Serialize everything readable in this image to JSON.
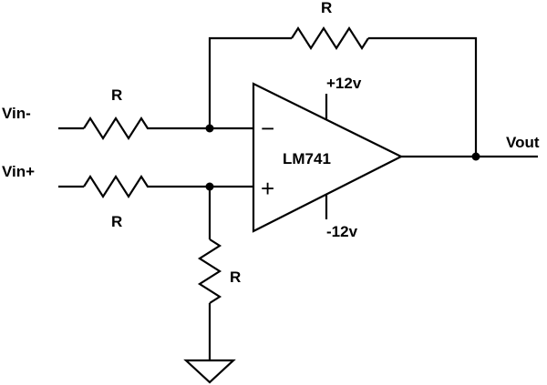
{
  "diagram": {
    "components": {
      "opamp": {
        "part": "LM741",
        "inverting_pin": "−",
        "noninverting_pin": "+"
      },
      "r_feedback": {
        "label": "R"
      },
      "r_in_minus": {
        "label": "R"
      },
      "r_in_plus": {
        "label": "R"
      },
      "r_ground": {
        "label": "R"
      }
    },
    "ports": {
      "vin_minus": "Vin-",
      "vin_plus": "Vin+",
      "vout": "Vout"
    },
    "supplies": {
      "positive": "+12v",
      "negative": "-12v"
    }
  }
}
